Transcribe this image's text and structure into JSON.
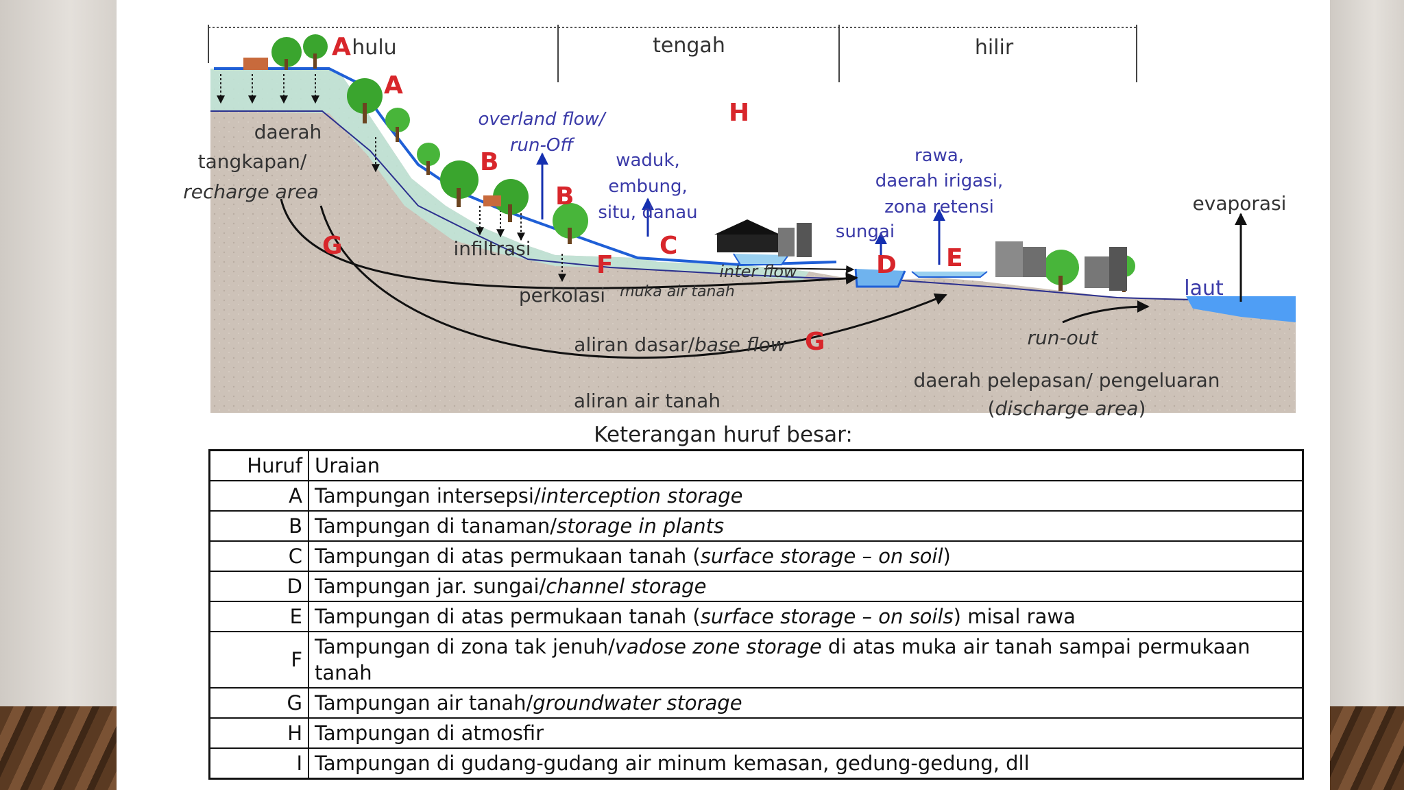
{
  "zones": {
    "hulu": "hulu",
    "tengah": "tengah",
    "hilir": "hilir"
  },
  "letters": [
    "A",
    "A",
    "B",
    "B",
    "C",
    "D",
    "E",
    "F",
    "G",
    "G",
    "H"
  ],
  "labels": {
    "daerah": "daerah",
    "tangkapan": "tangkapan/",
    "recharge": "recharge area",
    "overland1": "overland flow/",
    "overland2": "run-Off",
    "waduk1": "waduk,",
    "waduk2": "embung,",
    "waduk3": "situ, danau",
    "rawa1": "rawa,",
    "rawa2": "daerah irigasi,",
    "rawa3": "zona retensi",
    "sungai": "sungai",
    "evaporasi": "evaporasi",
    "infiltrasi": "infiltrasi",
    "perkolasi": "perkolasi",
    "muka": "muka air tanah",
    "interflow": "inter flow",
    "laut": "laut",
    "runout": "run-out",
    "aliran_dasar": "aliran dasar/",
    "base_flow": "base flow",
    "aliran_air_tanah": "aliran air tanah",
    "discharge1": "daerah pelepasan/ pengeluaran",
    "discharge2a": "(",
    "discharge2b": "discharge area",
    "discharge2c": ")"
  },
  "caption": "Keterangan huruf besar:",
  "table": {
    "header": {
      "huruf": "Huruf",
      "uraian": "Uraian"
    },
    "rows": [
      {
        "letter": "A",
        "parts": [
          [
            "Tampungan intersepsi/",
            false
          ],
          [
            "interception storage",
            true
          ]
        ]
      },
      {
        "letter": "B",
        "parts": [
          [
            "Tampungan di tanaman/",
            false
          ],
          [
            "storage in plants",
            true
          ]
        ]
      },
      {
        "letter": "C",
        "parts": [
          [
            "Tampungan di atas permukaan tanah (",
            false
          ],
          [
            "surface storage – on soil",
            true
          ],
          [
            ")",
            false
          ]
        ]
      },
      {
        "letter": "D",
        "parts": [
          [
            "Tampungan jar. sungai/",
            false
          ],
          [
            "channel storage",
            true
          ]
        ]
      },
      {
        "letter": "E",
        "parts": [
          [
            "Tampungan di atas permukaan tanah (",
            false
          ],
          [
            "surface storage – on soils",
            true
          ],
          [
            ") misal rawa",
            false
          ]
        ]
      },
      {
        "letter": "F",
        "parts": [
          [
            "Tampungan di zona tak jenuh/",
            false
          ],
          [
            "vadose zone storage",
            true
          ],
          [
            " di atas muka air tanah sampai permukaan tanah",
            false
          ]
        ]
      },
      {
        "letter": "G",
        "parts": [
          [
            "Tampungan air tanah/",
            false
          ],
          [
            "groundwater storage",
            true
          ]
        ]
      },
      {
        "letter": "H",
        "parts": [
          [
            "Tampungan di atmosfir",
            false
          ]
        ]
      },
      {
        "letter": "I",
        "parts": [
          [
            "Tampungan di gudang-gudang air minum kemasan, gedung-gedung, dll",
            false
          ]
        ]
      }
    ]
  },
  "colors": {
    "letter": "#d8262b",
    "blue_text": "#3a3aa8",
    "water": "#1f5fd6",
    "soil": "#cdc2b8"
  }
}
